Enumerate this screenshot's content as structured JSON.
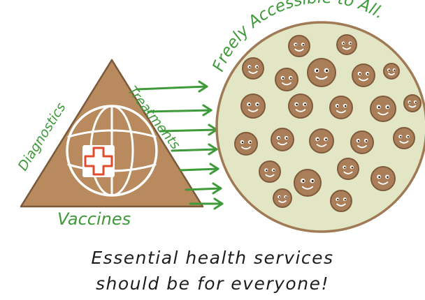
{
  "labels": {
    "diagnostics": "Diagnostics",
    "treatments": "Treatments",
    "vaccines": "Vaccines",
    "freely_accessible": "Freely Accessible to All."
  },
  "caption": {
    "line1": "Essential health services",
    "line2": "should be for everyone!"
  },
  "colors": {
    "triangle_fill": "#b88a5d",
    "triangle_stroke": "#7a5a3a",
    "globe_stroke": "#ffffff",
    "cross_stroke": "#e34b2c",
    "label_green": "#3f9a3a",
    "arrow_green": "#3f9a3a",
    "circle_fill": "#e2e6c4",
    "circle_stroke": "#a07a55",
    "face_fill": "#a97e58",
    "face_rim": "#7f5b3c",
    "caption_text": "#1e1e1e"
  },
  "icons": {
    "globe": "globe-icon",
    "cross": "red-cross-icon",
    "arrow": "right-arrow-icon",
    "face": "smiling-face-icon"
  },
  "people_count": 22,
  "arrow_count": 7
}
